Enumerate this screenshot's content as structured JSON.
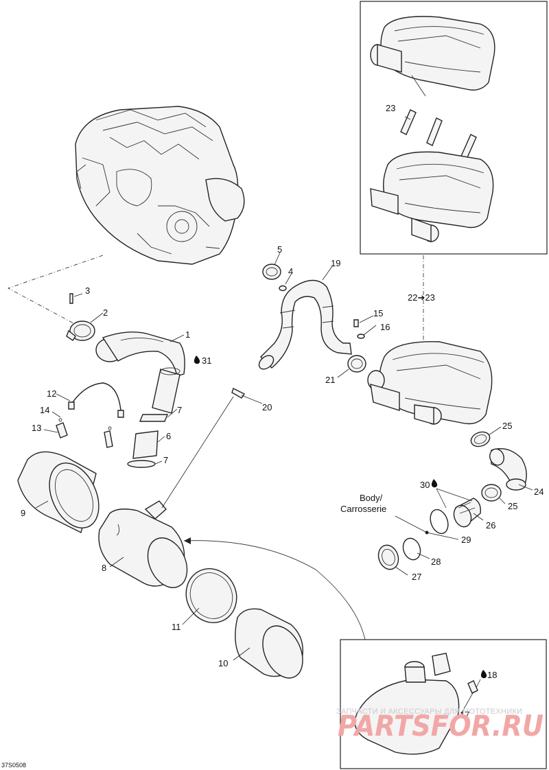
{
  "callouts": {
    "c1": "1",
    "c2": "2",
    "c3": "3",
    "c4": "4",
    "c5": "5",
    "c6": "6",
    "c7a": "7",
    "c7b": "7",
    "c8": "8",
    "c9": "9",
    "c10": "10",
    "c11": "11",
    "c12": "12",
    "c13": "13",
    "c14": "14",
    "c15": "15",
    "c16": "16",
    "c17": "17",
    "c18": "18",
    "c19": "19",
    "c20": "20",
    "c21": "21",
    "c22_23": "22➔23",
    "c23": "23",
    "c24": "24",
    "c25a": "25",
    "c25b": "25",
    "c26": "26",
    "c27": "27",
    "c28": "28",
    "c29": "29",
    "c30": "30",
    "c31": "31"
  },
  "body_label": {
    "line1": "Body/",
    "line2": "Carrosserie"
  },
  "drawing_id": "37S0508",
  "watermark": {
    "caption": "ЗАПЧАСТИ И АКСЕССУАРЫ ДЛЯ МОТОТЕХНИКИ",
    "brand": "PARTSFOR.RU"
  },
  "colors": {
    "line": "#222222",
    "watermark": "#f2a7a7",
    "background": "#ffffff"
  },
  "icons": {
    "lubricant": "oil-drop-icon",
    "arrow": "arrow-icon"
  }
}
